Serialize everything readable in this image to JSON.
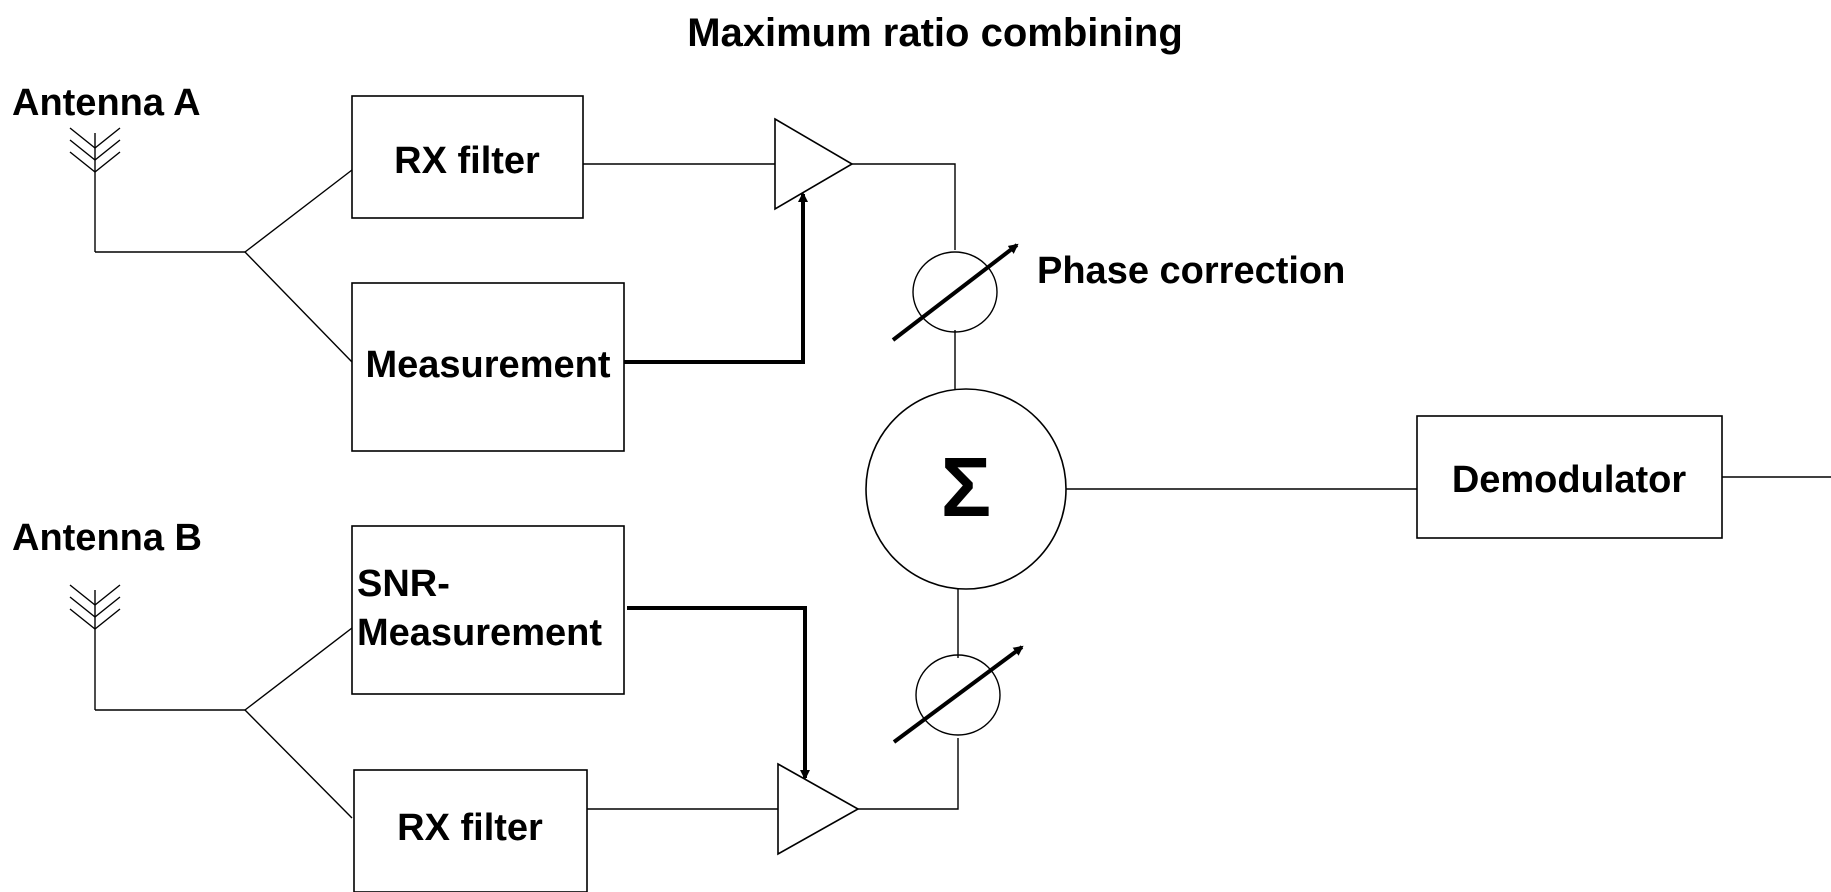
{
  "title": "Maximum ratio combining",
  "antenna_a": {
    "label": "Antenna A"
  },
  "antenna_b": {
    "label": "Antenna B"
  },
  "blocks": {
    "rx_filter_a": "RX filter",
    "measurement_a": "Measurement",
    "snr_measurement_b_line1": "SNR-",
    "snr_measurement_b_line2": "Measurement",
    "rx_filter_b": "RX filter",
    "demodulator": "Demodulator"
  },
  "summer": {
    "symbol": "Σ"
  },
  "phase_correction": {
    "label": "Phase correction"
  },
  "colors": {
    "stroke": "#000000",
    "background": "#ffffff"
  }
}
